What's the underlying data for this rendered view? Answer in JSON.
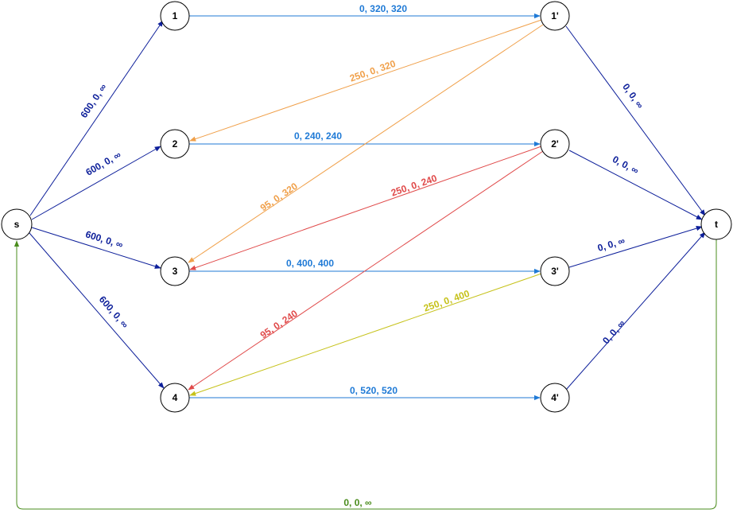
{
  "colors": {
    "blue": "#0d1f9a",
    "lightblue": "#1f7ad6",
    "orange": "#f0a04a",
    "red": "#e04a4a",
    "yellow": "#c6c21a",
    "green": "#4a8c1c"
  },
  "nodes": {
    "s": "s",
    "n1": "1",
    "n2": "2",
    "n3": "3",
    "n4": "4",
    "p1": "1'",
    "p2": "2'",
    "p3": "3'",
    "p4": "4'",
    "t": "t"
  },
  "edges": {
    "s_1": "600, 0, ∞",
    "s_2": "600, 0, ∞",
    "s_3": "600, 0, ∞",
    "s_4": "600, 0, ∞",
    "n1_p1": "0, 320, 320",
    "n2_p2": "0, 240, 240",
    "n3_p3": "0, 400, 400",
    "n4_p4": "0, 520, 520",
    "p1_n2": "250, 0, 320",
    "p1_n3": "95, 0, 320",
    "p2_n3": "250, 0, 240",
    "p2_n4": "95, 0, 240",
    "p3_n4": "250, 0, 400",
    "p1_t": "0, 0, ∞",
    "p2_t": "0, 0, ∞",
    "p3_t": "0, 0, ∞",
    "p4_t": "0, 0, ∞",
    "t_s": "0, 0, ∞"
  }
}
